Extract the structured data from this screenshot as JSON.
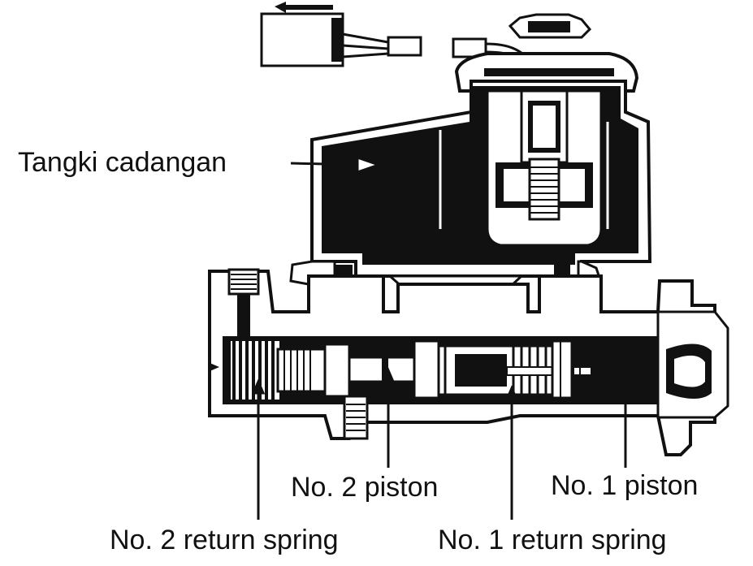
{
  "labels": {
    "reservoir": "Tangki cadangan",
    "piston2": "No. 2 piston",
    "piston1": "No. 1 piston",
    "spring2": "No. 2 return spring",
    "spring1": "No. 1 return spring"
  },
  "colors": {
    "ink": "#111111",
    "paper": "#ffffff"
  }
}
